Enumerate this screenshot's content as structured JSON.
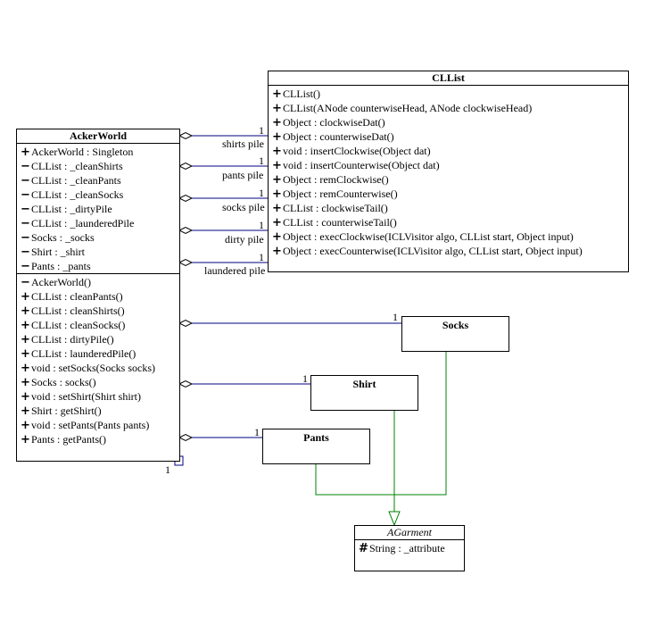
{
  "colors": {
    "association": "#000080",
    "generalization": "#008000",
    "border": "#000000"
  },
  "acker_world": {
    "name": "AckerWorld",
    "attributes": [
      {
        "vis": "+",
        "text": "AckerWorld : Singleton"
      },
      {
        "vis": "−",
        "text": "CLList : _cleanShirts"
      },
      {
        "vis": "−",
        "text": "CLList : _cleanPants"
      },
      {
        "vis": "−",
        "text": "CLList : _cleanSocks"
      },
      {
        "vis": "−",
        "text": "CLList : _dirtyPile"
      },
      {
        "vis": "−",
        "text": "CLList : _launderedPile"
      },
      {
        "vis": "−",
        "text": "Socks : _socks"
      },
      {
        "vis": "−",
        "text": "Shirt : _shirt"
      },
      {
        "vis": "−",
        "text": "Pants : _pants"
      }
    ],
    "operations": [
      {
        "vis": "−",
        "text": "AckerWorld()"
      },
      {
        "vis": "+",
        "text": "CLList : cleanPants()"
      },
      {
        "vis": "+",
        "text": "CLList : cleanShirts()"
      },
      {
        "vis": "+",
        "text": "CLList : cleanSocks()"
      },
      {
        "vis": "+",
        "text": "CLList : dirtyPile()"
      },
      {
        "vis": "+",
        "text": "CLList : launderedPile()"
      },
      {
        "vis": "+",
        "text": "void : setSocks(Socks socks)"
      },
      {
        "vis": "+",
        "text": "Socks : socks()"
      },
      {
        "vis": "+",
        "text": "void : setShirt(Shirt shirt)"
      },
      {
        "vis": "+",
        "text": "Shirt : getShirt()"
      },
      {
        "vis": "+",
        "text": "void : setPants(Pants pants)"
      },
      {
        "vis": "+",
        "text": "Pants : getPants()"
      }
    ],
    "self_multiplicity": "1"
  },
  "cllist": {
    "name": "CLList",
    "operations": [
      {
        "vis": "+",
        "text": "CLList()"
      },
      {
        "vis": "+",
        "text": "CLList(ANode counterwiseHead, ANode clockwiseHead)"
      },
      {
        "vis": "+",
        "text": "Object : clockwiseDat()"
      },
      {
        "vis": "+",
        "text": "Object : counterwiseDat()"
      },
      {
        "vis": "+",
        "text": "void : insertClockwise(Object dat)"
      },
      {
        "vis": "+",
        "text": "void : insertCounterwise(Object dat)"
      },
      {
        "vis": "+",
        "text": "Object : remClockwise()"
      },
      {
        "vis": "+",
        "text": "Object : remCounterwise()"
      },
      {
        "vis": "+",
        "text": "CLList : clockwiseTail()"
      },
      {
        "vis": "+",
        "text": "CLList : counterwiseTail()"
      },
      {
        "vis": "+",
        "text": "Object : execClockwise(ICLVisitor algo, CLList start, Object input)"
      },
      {
        "vis": "+",
        "text": "Object : execCounterwise(ICLVisitor algo, CLList start, Object input)"
      }
    ]
  },
  "socks": {
    "name": "Socks"
  },
  "shirt": {
    "name": "Shirt"
  },
  "pants": {
    "name": "Pants"
  },
  "agarment": {
    "name": "AGarment",
    "attributes": [
      {
        "vis": "#",
        "text": "String : _attribute"
      }
    ]
  },
  "associations": {
    "shirts": {
      "role": "shirts pile",
      "multiplicity": "1"
    },
    "pants": {
      "role": "pants pile",
      "multiplicity": "1"
    },
    "socks": {
      "role": "socks pile",
      "multiplicity": "1"
    },
    "dirty": {
      "role": "dirty pile",
      "multiplicity": "1"
    },
    "laundered": {
      "role": "laundered pile",
      "multiplicity": "1"
    },
    "socks_class": {
      "multiplicity": "1"
    },
    "shirt_class": {
      "multiplicity": "1"
    },
    "pants_class": {
      "multiplicity": "1"
    }
  }
}
